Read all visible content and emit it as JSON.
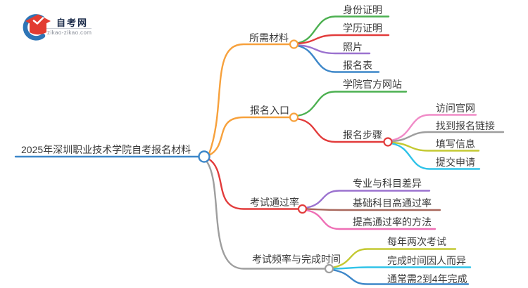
{
  "logo": {
    "title": "自考网",
    "subtitle": "zikao-zikao.com",
    "icon": "graduation-cap-icon",
    "colors": {
      "navy": "#1b2b4a",
      "swoosh_blue": "#2e75b6",
      "cap_red": "#e23c31"
    }
  },
  "mindmap": {
    "root": {
      "label": "2025年深圳职业技术学院自考报名材料",
      "color": "#3d87c9"
    },
    "branches": [
      {
        "label": "所需材料",
        "color": "#f7a13c",
        "children": [
          {
            "label": "身份证明",
            "color": "#4cb050"
          },
          {
            "label": "学历证明",
            "color": "#e23b3b"
          },
          {
            "label": "照片",
            "color": "#9b72cf"
          },
          {
            "label": "报名表",
            "color": "#3d87c9"
          }
        ]
      },
      {
        "label": "报名入口",
        "color": "#f7a13c",
        "children": [
          {
            "label": "学院官方网站",
            "color": "#4cb050"
          },
          {
            "label": "报名步骤",
            "color": "#e23b3b",
            "children": [
              {
                "label": "访问官网",
                "color": "#f08bc7"
              },
              {
                "label": "找到报名链接",
                "color": "#9e9e9e"
              },
              {
                "label": "填写信息",
                "color": "#c4c932"
              },
              {
                "label": "提交申请",
                "color": "#30c3e8"
              }
            ]
          }
        ]
      },
      {
        "label": "考试通过率",
        "color": "#e23b3b",
        "children": [
          {
            "label": "专业与科目差异",
            "color": "#9b72cf"
          },
          {
            "label": "基础科目高通过率",
            "color": "#a9685d"
          },
          {
            "label": "提高通过率的方法",
            "color": "#ee6fb5"
          }
        ]
      },
      {
        "label": "考试频率与完成时间",
        "color": "#9e9e9e",
        "children": [
          {
            "label": "每年两次考试",
            "color": "#c4c932"
          },
          {
            "label": "完成时间因人而异",
            "color": "#30c3e8"
          },
          {
            "label": "通常需2到4年完成",
            "color": "#3d87c9"
          }
        ]
      }
    ]
  }
}
